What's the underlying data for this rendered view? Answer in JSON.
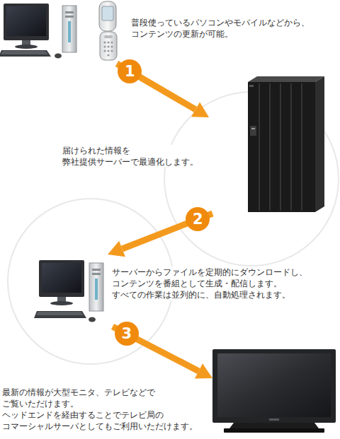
{
  "diagram": {
    "nodes": [
      {
        "text": [
          "普段使っているパソコンやモバイルなどから、 コンテンツの更新が可能。"
        ]
      },
      {
        "text": [
          "届けられた情報を 弊社提供サーバーで最適化します。"
        ]
      },
      {
        "text": [
          "サーバーからファイルを定期的にダウンロードし、 コンテンツを番組として生成・配信します。 すべての作業は並列的に、自動処理されます。"
        ]
      },
      {
        "text": [
          "最新の情報が大型モニタ、テレビなどで ご覧いただけます。 ヘッドエンドを経由することでテレビ局の コマーシャルサーバとしてもご利用いただけます。"
        ]
      }
    ],
    "edges": [
      {
        "from": 0,
        "to": 1,
        "arrow": "to",
        "label": "1"
      },
      {
        "from": 1,
        "to": 2,
        "arrow": "to",
        "label": "2"
      },
      {
        "from": 2,
        "to": 3,
        "arrow": "to",
        "label": "3"
      }
    ]
  }
}
